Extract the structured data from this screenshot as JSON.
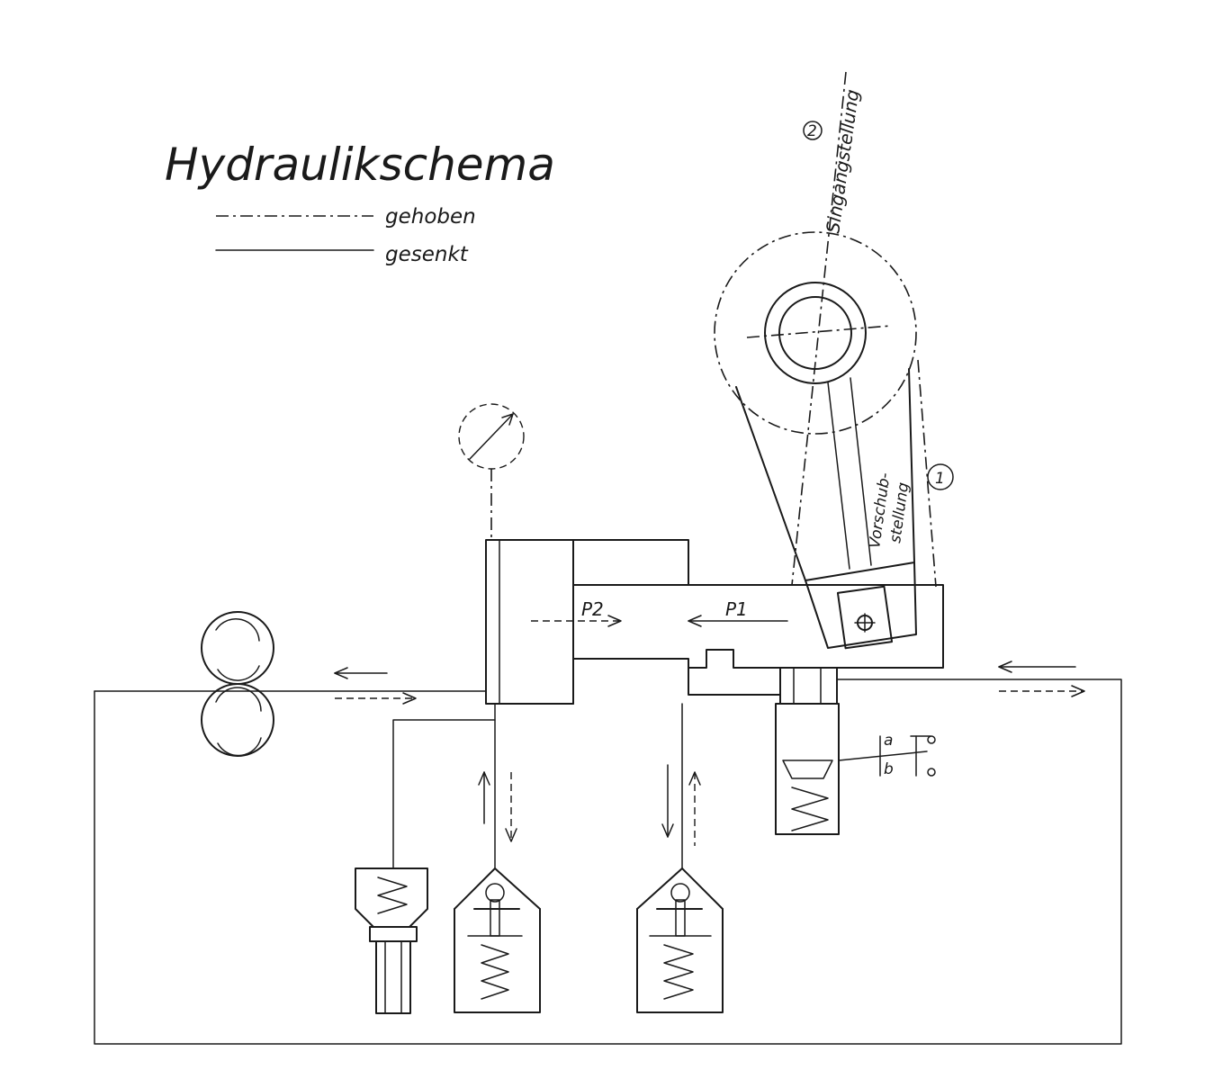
{
  "title": "Hydraulikschema",
  "legend": {
    "raised_label": "gehoben",
    "lowered_label": "gesenkt"
  },
  "positions": {
    "idle_number": "2",
    "idle_label": "Singangstellung",
    "feed_number": "1",
    "feed_label_line1": "Vorschub-",
    "feed_label_line2": "stellung"
  },
  "pressures": {
    "p2": "P2",
    "p1": "P1"
  },
  "valves": {
    "contact_a": "a",
    "contact_b": "b"
  },
  "icons": {
    "gauge": "pressure-gauge-icon",
    "pump": "gear-pump-icon",
    "spring": "spring-icon"
  }
}
